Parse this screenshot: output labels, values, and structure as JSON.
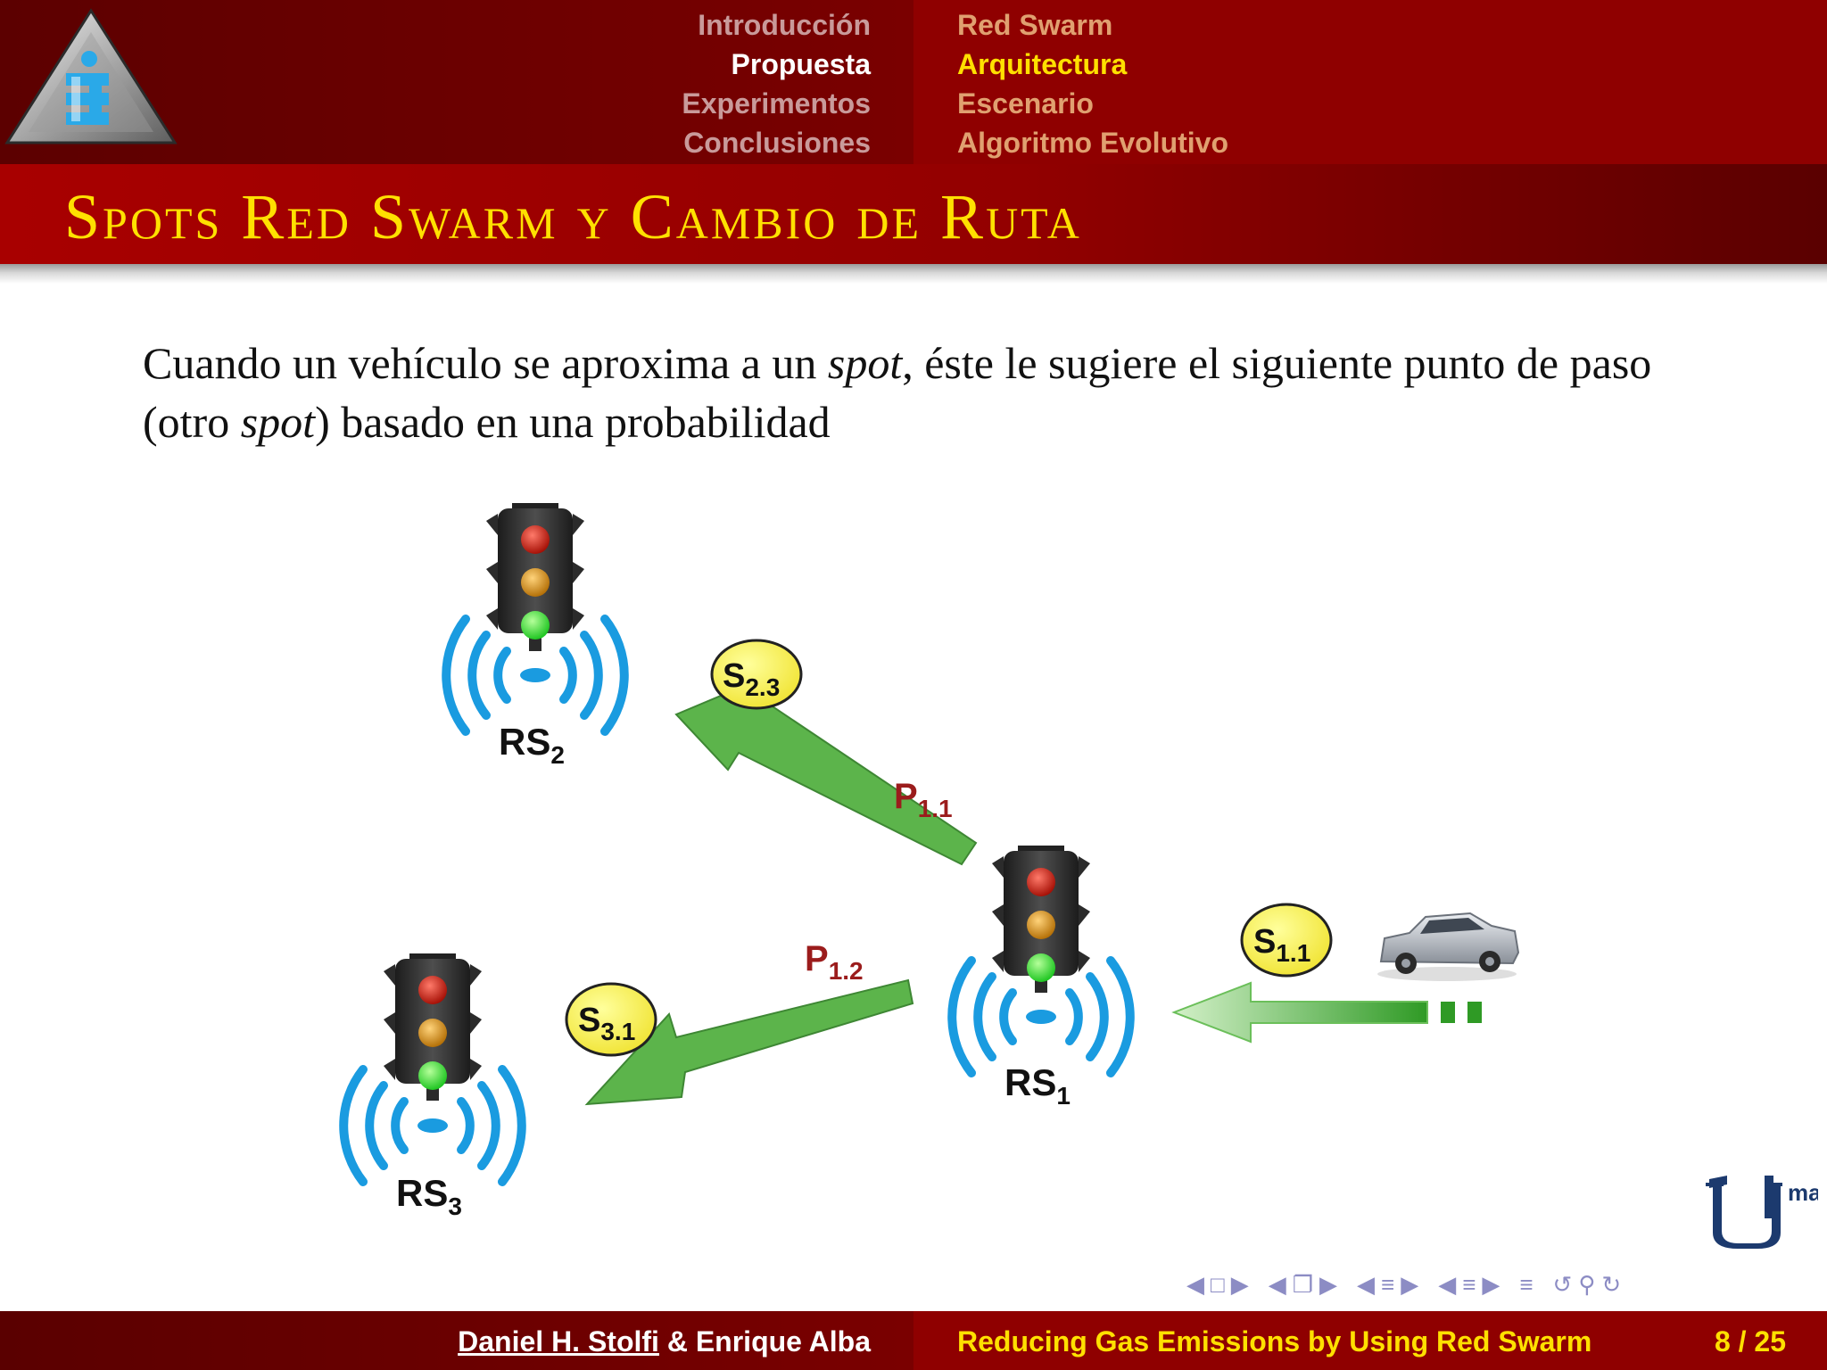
{
  "header": {
    "sections": [
      "Introducción",
      "Propuesta",
      "Experimentos",
      "Conclusiones"
    ],
    "current_section": "Propuesta",
    "subsections": [
      "Red Swarm",
      "Arquitectura",
      "Escenario",
      "Algoritmo Evolutivo"
    ],
    "current_subsection": "Arquitectura"
  },
  "slide": {
    "title": "Spots Red Swarm y Cambio de Ruta",
    "intro_1": "Cuando un vehículo se aproxima a un ",
    "intro_em_1": "spot",
    "intro_2": ", éste le sugiere el siguiente punto de paso (otro ",
    "intro_em_2": "spot",
    "intro_3": ") basado en una probabilidad"
  },
  "diagram": {
    "rs1_label": "RS",
    "rs1_sub": "1",
    "rs2_label": "RS",
    "rs2_sub": "2",
    "rs3_label": "RS",
    "rs3_sub": "3",
    "s23_label": "S",
    "s23_sub": "2.3",
    "s31_label": "S",
    "s31_sub": "3.1",
    "s11_label": "S",
    "s11_sub": "1.1",
    "p11_label": "P",
    "p11_sub": "1.1",
    "p12_label": "P",
    "p12_sub": "1.2"
  },
  "footer": {
    "author_1": "Daniel H. Stolfi",
    "author_sep": " & ",
    "author_2": "Enrique Alba",
    "talk_title": "Reducing Gas Emissions by Using Red Swarm",
    "page": "8 / 25"
  },
  "colors": {
    "header_dark": "#5c0000",
    "header_red": "#8f0000",
    "title_yellow": "#ffe100",
    "arrow_green": "#4fae3c",
    "label_red": "#9b1c1c",
    "badge_yellow": "#f7ee3c",
    "signal_blue": "#1a9be0"
  },
  "icons": [
    "triangle-logo-icon",
    "uma-logo-icon",
    "traffic-light-icon",
    "wireless-signal-icon",
    "car-icon",
    "search-icon",
    "undo-icon"
  ]
}
